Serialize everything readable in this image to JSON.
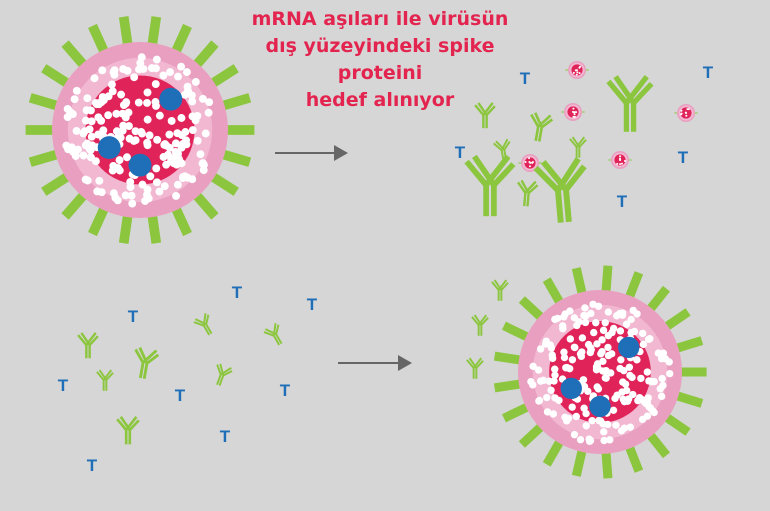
{
  "title": {
    "line1": "mRNA aşıları ile virüsün",
    "line2": "dış yüzeyindeki spike proteini",
    "line3": "hedef alınıyor"
  },
  "t_cell_label": "T",
  "colors": {
    "background": "#d6d6d6",
    "title": "#e3244f",
    "spike": "#8cc63f",
    "outer": "#e9a0c0",
    "core": "#e0245a",
    "nucleus": "#1f6fb8",
    "t_cell": "#1f6fb8",
    "arrow": "#666666"
  }
}
